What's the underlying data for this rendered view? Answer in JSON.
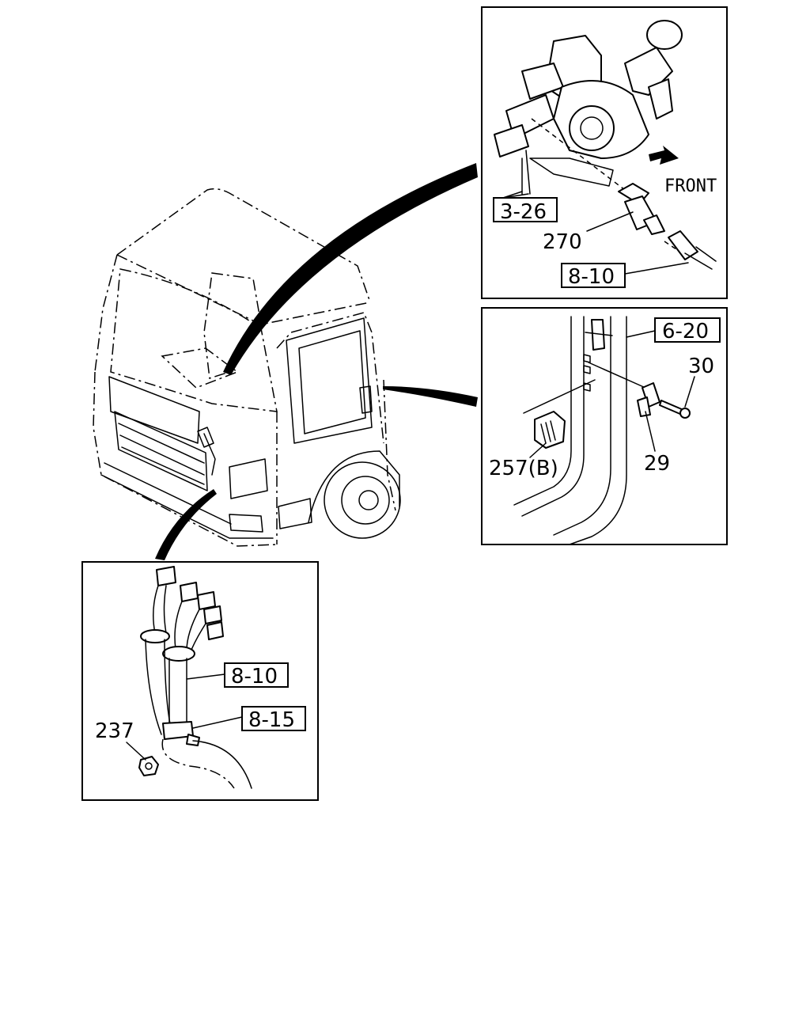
{
  "labels": {
    "front": "FRONT",
    "engine": {
      "ref_box": "3-26",
      "switch": "270",
      "harness_box": "8-10"
    },
    "door": {
      "ref_box": "6-20",
      "bolt": "30",
      "bracket": "29",
      "switch": "257(B)"
    },
    "harness": {
      "ref_box_a": "8-10",
      "ref_box_b": "8-15",
      "nut": "237"
    }
  }
}
